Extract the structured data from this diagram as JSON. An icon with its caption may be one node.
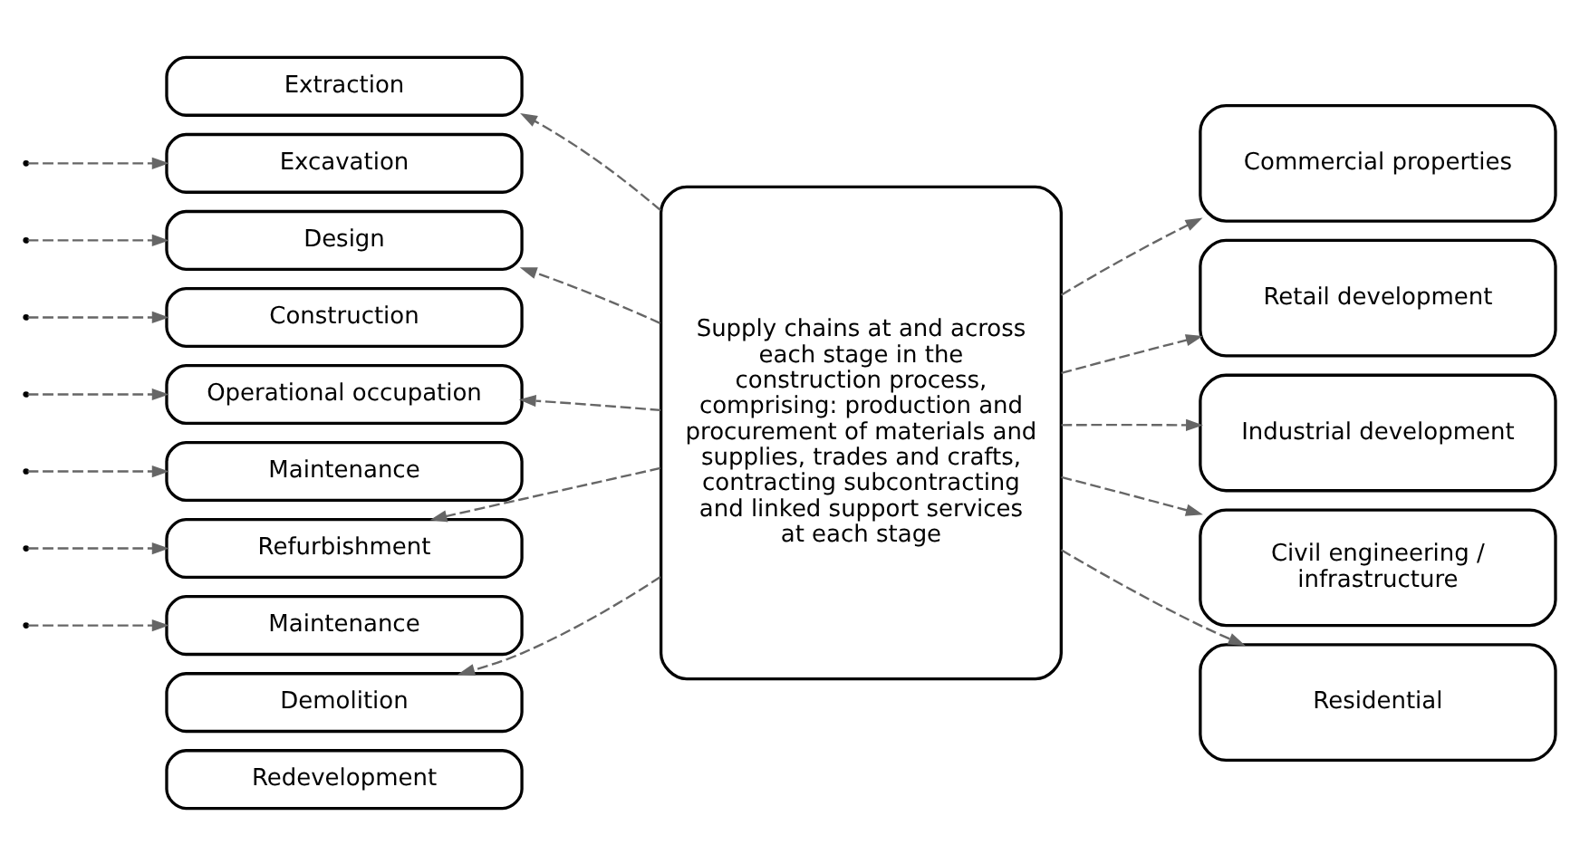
{
  "diagram": {
    "nodes": [
      {
        "text": [
          "Extraction"
        ]
      },
      {
        "text": [
          "Excavation"
        ]
      },
      {
        "text": [
          "Design"
        ]
      },
      {
        "text": [
          "Construction"
        ]
      },
      {
        "text": [
          "Operational occupation"
        ]
      },
      {
        "text": [
          "Maintenance"
        ]
      },
      {
        "text": [
          "Refurbishment"
        ]
      },
      {
        "text": [
          "Maintenance"
        ]
      },
      {
        "text": [
          "Demolition"
        ]
      },
      {
        "text": [
          "Redevelopment"
        ]
      },
      {
        "text": [
          "Supply chains at and across each stage in the construction process, comprising: production and procurement of materials and supplies, trades and crafts, contracting subcontracting and linked support services at each stage"
        ]
      },
      {
        "text": [
          "Commercial properties"
        ]
      },
      {
        "text": [
          "Retail development"
        ]
      },
      {
        "text": [
          "Industrial development"
        ]
      },
      {
        "text": [
          "Civil engineering / infrastructure"
        ]
      },
      {
        "text": [
          "Residential"
        ]
      }
    ],
    "edges": [
      {
        "from": 10,
        "to": 0,
        "arrow": "to",
        "style": "dashed"
      },
      {
        "from": 10,
        "to": 2,
        "arrow": "to",
        "style": "dashed"
      },
      {
        "from": 10,
        "to": 4,
        "arrow": "to",
        "style": "dashed"
      },
      {
        "from": 10,
        "to": 6,
        "arrow": "to",
        "style": "dashed"
      },
      {
        "from": 10,
        "to": 8,
        "arrow": "to",
        "style": "dashed"
      },
      {
        "from": 10,
        "to": 11,
        "arrow": "to",
        "style": "dashed"
      },
      {
        "from": 10,
        "to": 12,
        "arrow": "to",
        "style": "dashed"
      },
      {
        "from": 10,
        "to": 13,
        "arrow": "to",
        "style": "dashed"
      },
      {
        "from": 10,
        "to": 14,
        "arrow": "to",
        "style": "dashed"
      },
      {
        "from": 10,
        "to": 15,
        "arrow": "to",
        "style": "dashed"
      },
      {
        "from": null,
        "to": 1,
        "arrow": "to",
        "style": "dashed"
      },
      {
        "from": null,
        "to": 2,
        "arrow": "to",
        "style": "dashed"
      },
      {
        "from": null,
        "to": 3,
        "arrow": "to",
        "style": "dashed"
      },
      {
        "from": null,
        "to": 4,
        "arrow": "to",
        "style": "dashed"
      },
      {
        "from": null,
        "to": 5,
        "arrow": "to",
        "style": "dashed"
      },
      {
        "from": null,
        "to": 6,
        "arrow": "to",
        "style": "dashed"
      },
      {
        "from": null,
        "to": 7,
        "arrow": "to",
        "style": "dashed"
      }
    ]
  }
}
